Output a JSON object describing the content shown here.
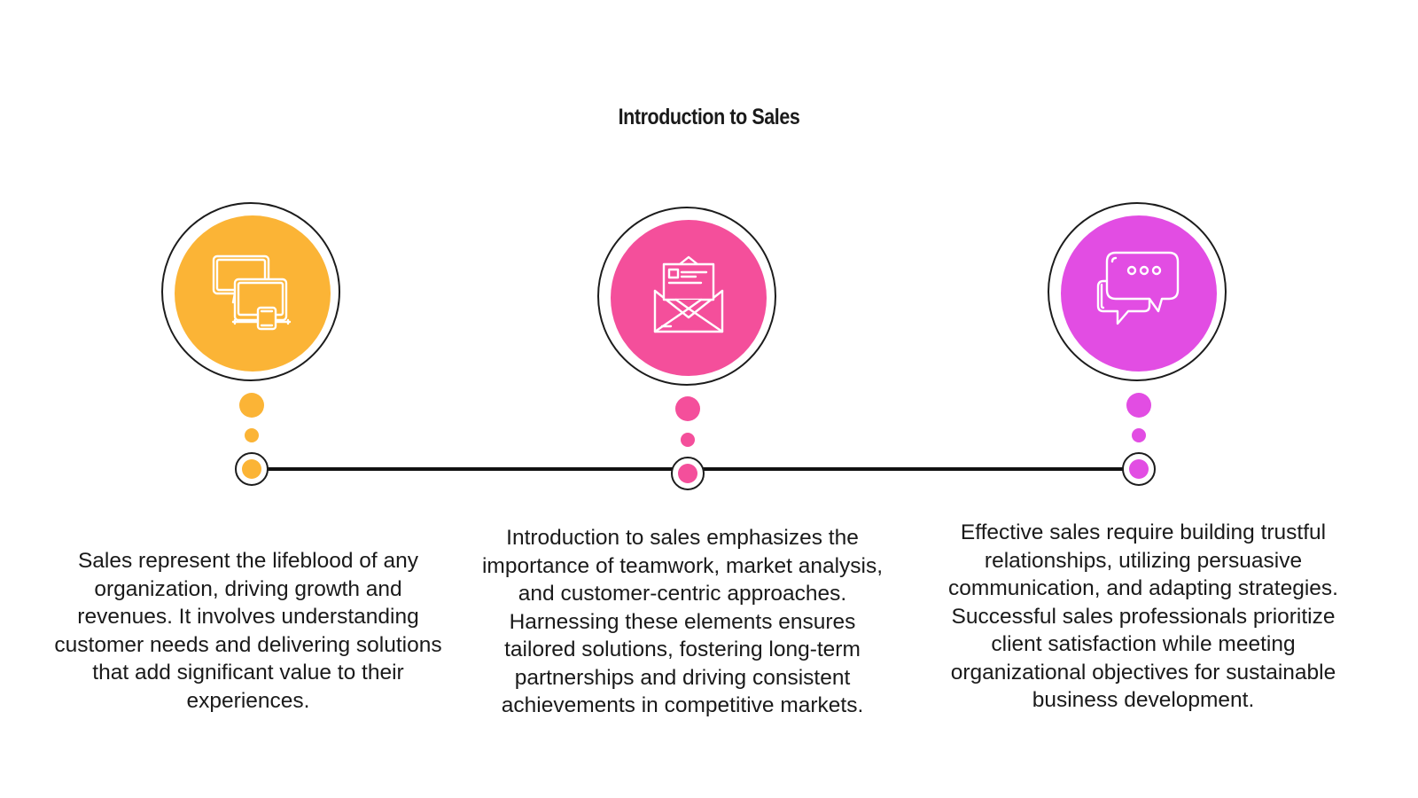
{
  "title": "Introduction to Sales",
  "colors": {
    "step1": "#fbb436",
    "step2": "#f44f9b",
    "step3": "#e24de3"
  },
  "steps": [
    {
      "icon": "devices-icon",
      "text": "Sales represent the lifeblood of any organization, driving growth and revenues. It involves understanding customer needs and delivering solutions that add significant value to their experiences."
    },
    {
      "icon": "envelope-letter-icon",
      "text": "Introduction to sales emphasizes the importance of teamwork, market analysis, and customer-centric approaches. Harnessing these elements ensures tailored solutions, fostering long-term partnerships and driving consistent achievements in competitive markets."
    },
    {
      "icon": "chat-bubbles-icon",
      "text": "Effective sales require building trustful relationships, utilizing persuasive communication, and adapting strategies. Successful sales professionals prioritize client satisfaction while meeting organizational objectives for sustainable business development."
    }
  ]
}
